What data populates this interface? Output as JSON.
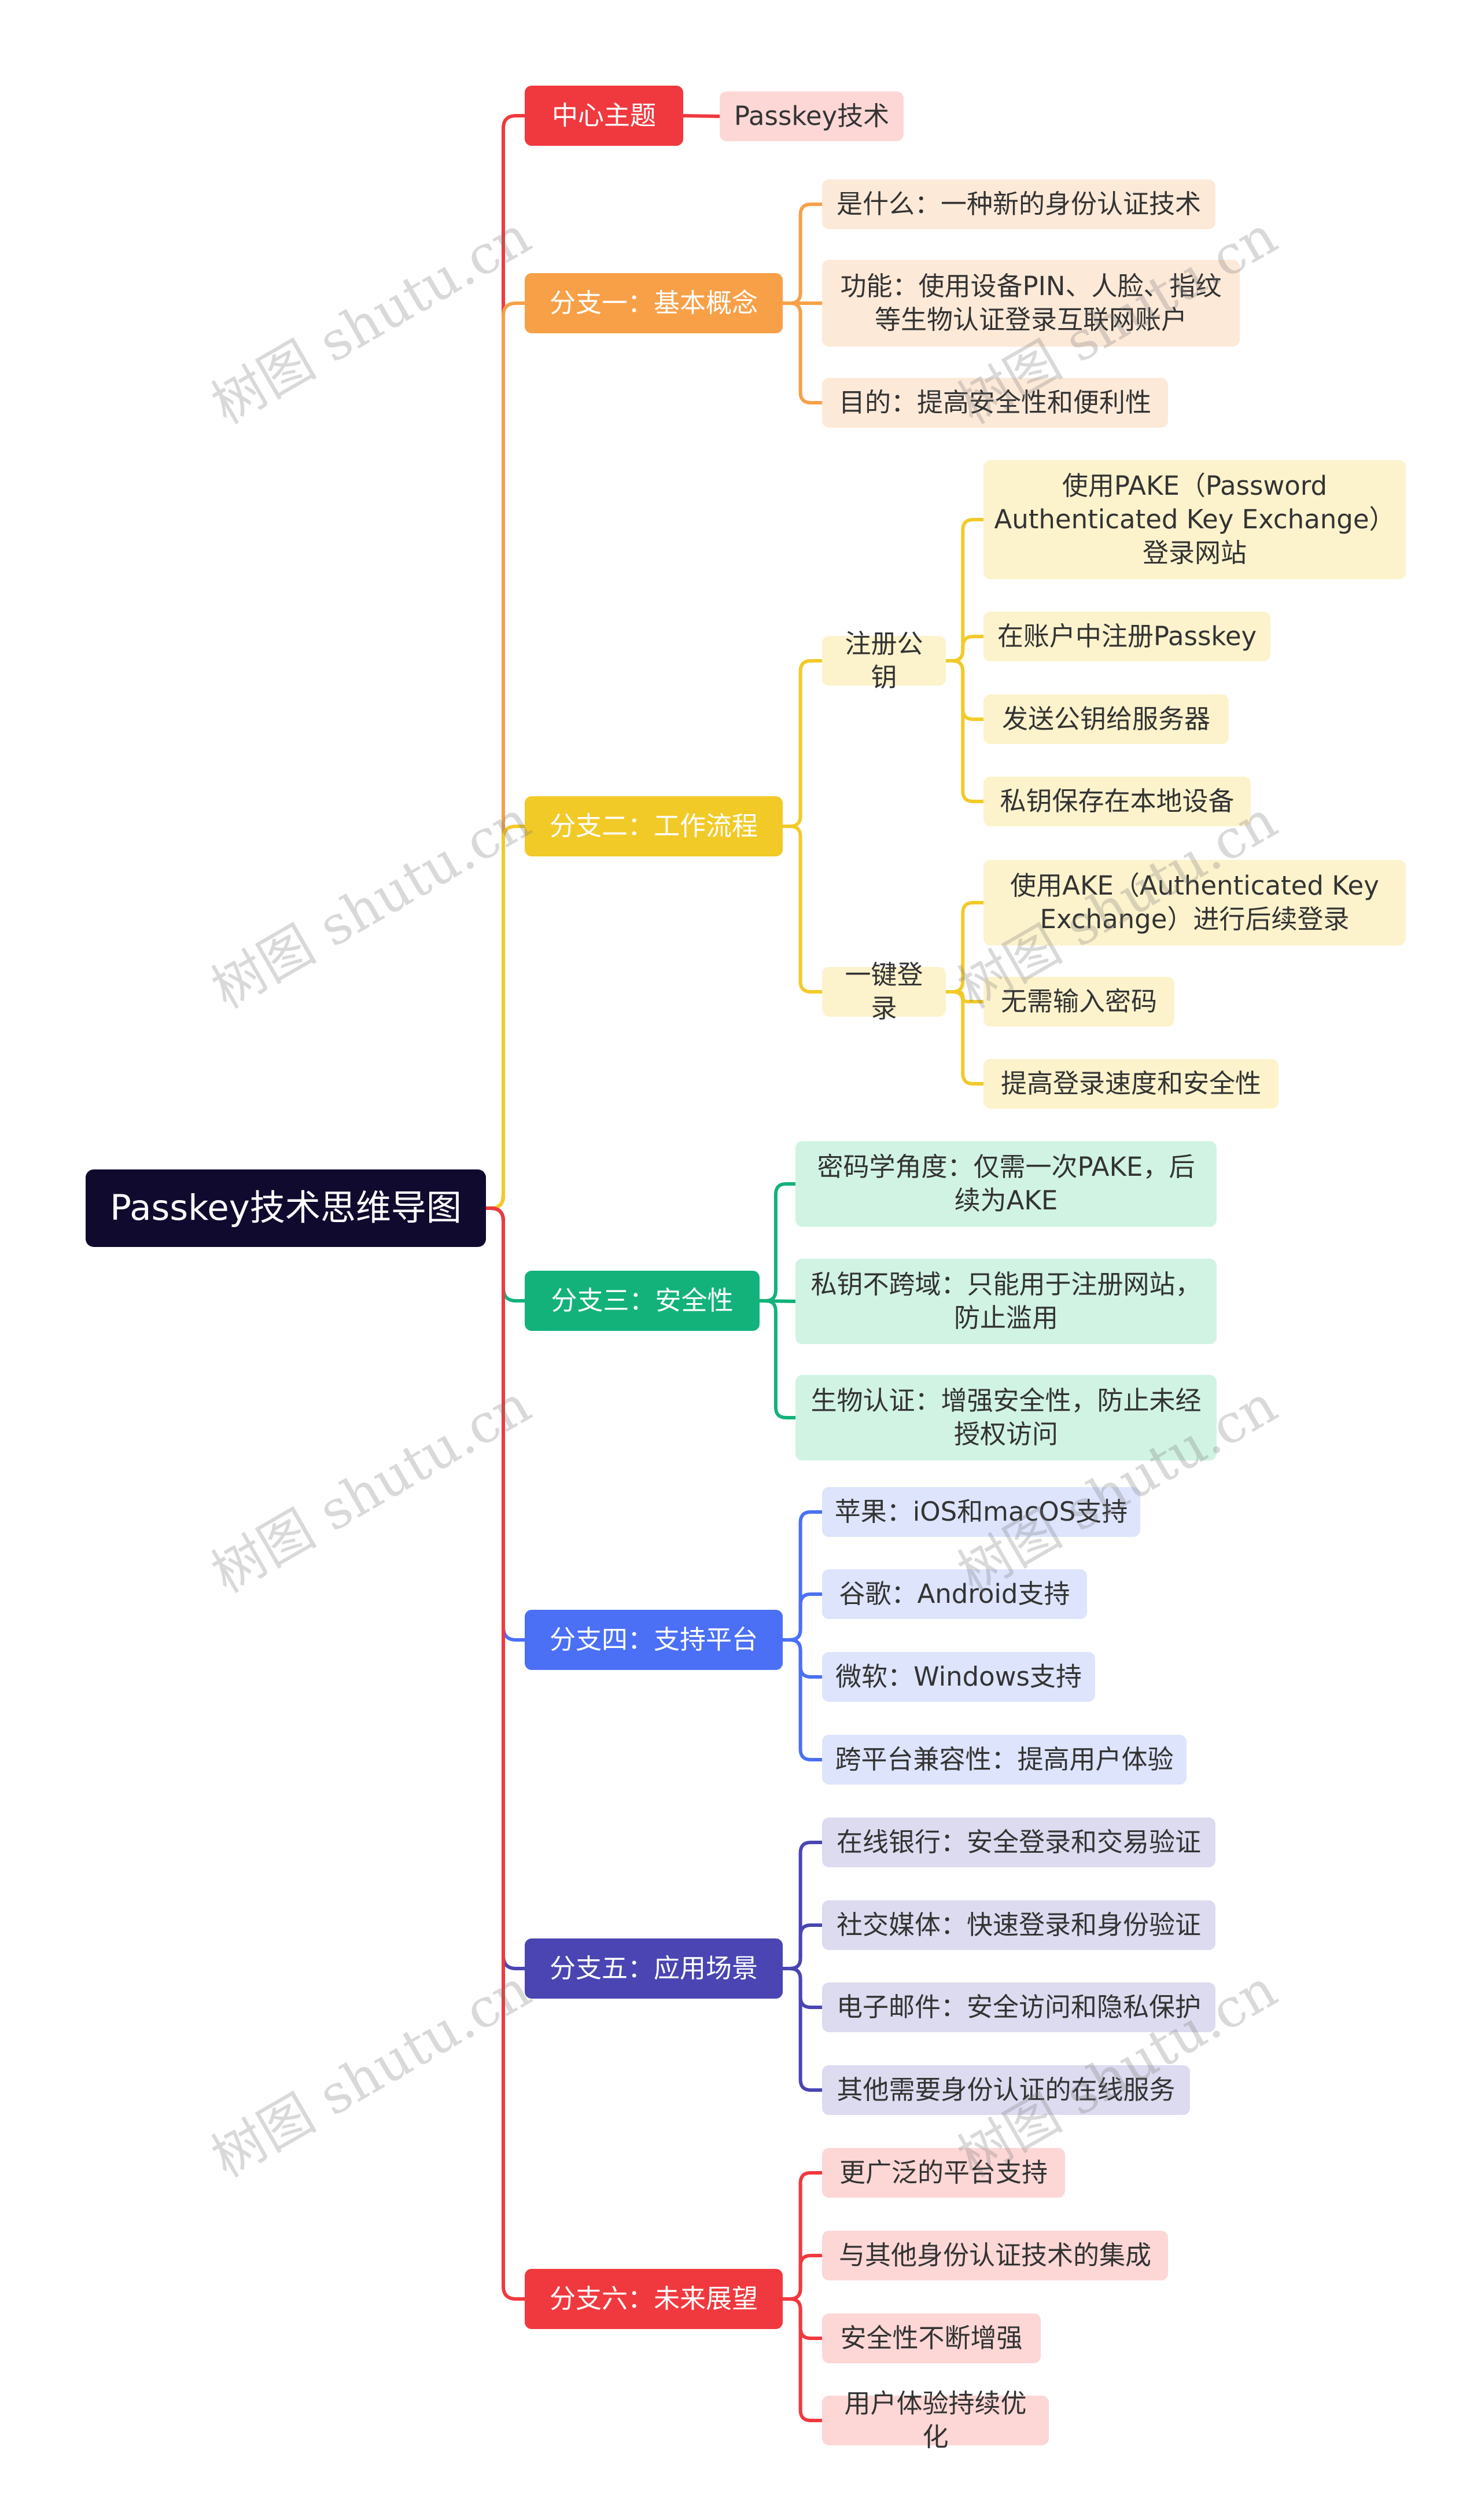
{
  "root": {
    "label": "Passkey技术思维导图",
    "color": "#0f0a2e"
  },
  "branches": [
    {
      "label": "中心主题",
      "color": "#f0393e",
      "leafBg": "#fcd7d6",
      "line": "#f0393e",
      "children": [
        {
          "label": "Passkey技术"
        }
      ]
    },
    {
      "label": "分支一：基本概念",
      "color": "#f7a048",
      "leafBg": "#fde9d8",
      "line": "#f7a048",
      "children": [
        {
          "label": "是什么：一种新的身份认证技术"
        },
        {
          "label": "功能：使用设备PIN、人脸、指纹等生物认证登录互联网账户"
        },
        {
          "label": "目的：提高安全性和便利性"
        }
      ]
    },
    {
      "label": "分支二：工作流程",
      "color": "#f2ca28",
      "leafBg": "#fcf3cd",
      "line": "#f2ca28",
      "children": [
        {
          "label": "注册公钥",
          "children": [
            {
              "label": "使用PAKE（Password Authenticated Key Exchange）登录网站"
            },
            {
              "label": "在账户中注册Passkey"
            },
            {
              "label": "发送公钥给服务器"
            },
            {
              "label": "私钥保存在本地设备"
            }
          ]
        },
        {
          "label": "一键登录",
          "children": [
            {
              "label": "使用AKE（Authenticated Key Exchange）进行后续登录"
            },
            {
              "label": "无需输入密码"
            },
            {
              "label": "提高登录速度和安全性"
            }
          ]
        }
      ]
    },
    {
      "label": "分支三：安全性",
      "color": "#13b27b",
      "leafBg": "#d1f3e4",
      "line": "#13b27b",
      "children": [
        {
          "label": "密码学角度：仅需一次PAKE，后续为AKE"
        },
        {
          "label": "私钥不跨域：只能用于注册网站，防止滥用"
        },
        {
          "label": "生物认证：增强安全性，防止未经授权访问"
        }
      ]
    },
    {
      "label": "分支四：支持平台",
      "color": "#4b70f5",
      "leafBg": "#dde4fc",
      "line": "#4b70f5",
      "children": [
        {
          "label": "苹果：iOS和macOS支持"
        },
        {
          "label": "谷歌：Android支持"
        },
        {
          "label": "微软：Windows支持"
        },
        {
          "label": "跨平台兼容性：提高用户体验"
        }
      ]
    },
    {
      "label": "分支五：应用场景",
      "color": "#4a45b2",
      "leafBg": "#dcdbf0",
      "line": "#4a45b2",
      "children": [
        {
          "label": "在线银行：安全登录和交易验证"
        },
        {
          "label": "社交媒体：快速登录和身份验证"
        },
        {
          "label": "电子邮件：安全访问和隐私保护"
        },
        {
          "label": "其他需要身份认证的在线服务"
        }
      ]
    },
    {
      "label": "分支六：未来展望",
      "color": "#f0393e",
      "leafBg": "#fcd7d6",
      "line": "#f0393e",
      "children": [
        {
          "label": "更广泛的平台支持"
        },
        {
          "label": "与其他身份认证技术的集成"
        },
        {
          "label": "安全性不断增强"
        },
        {
          "label": "用户体验持续优化"
        }
      ]
    }
  ],
  "watermark": "树图 shutu.cn"
}
